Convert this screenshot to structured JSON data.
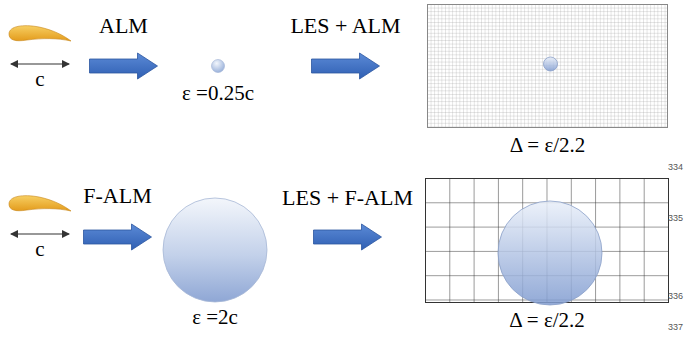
{
  "diagram": {
    "nodes": [
      {
        "text": [
          "c"
        ]
      },
      {
        "text": [
          "ε =0.25c"
        ]
      },
      {
        "text": [
          "Δ = ε/2.2"
        ]
      },
      {
        "text": [
          "c"
        ]
      },
      {
        "text": [
          "ε =2c"
        ]
      },
      {
        "text": [
          "Δ = ε/2.2"
        ]
      }
    ],
    "edges": [
      {
        "from": 0,
        "to": 1,
        "label": "ALM",
        "arrow": "to"
      },
      {
        "from": 1,
        "to": 2,
        "label": "LES + ALM",
        "arrow": "to"
      },
      {
        "from": 3,
        "to": 4,
        "label": "F-ALM",
        "arrow": "to"
      },
      {
        "from": 4,
        "to": 5,
        "label": "LES + F-ALM",
        "arrow": "to"
      }
    ],
    "labels": [
      "334",
      "335",
      "336",
      "337"
    ]
  }
}
